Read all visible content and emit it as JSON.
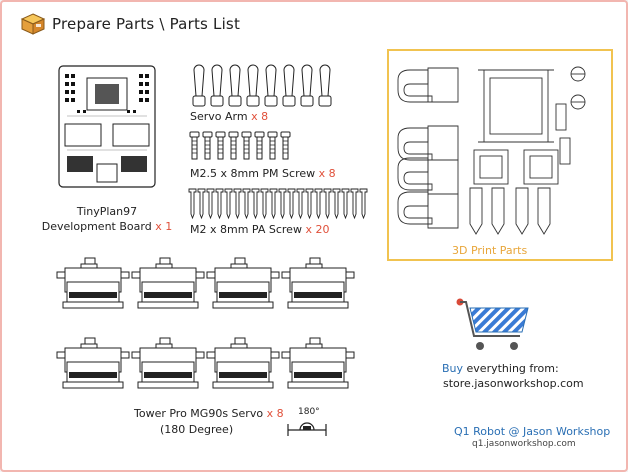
{
  "header": {
    "title": "Prepare Parts \\ Parts List",
    "icon": "box-icon"
  },
  "parts": {
    "board": {
      "line1": "TinyPlan97",
      "line2": "Development Board",
      "qty": "x 1"
    },
    "servo_arm": {
      "label": "Servo Arm",
      "qty": "x 8"
    },
    "pm_screw": {
      "label": "M2.5 x 8mm PM Screw",
      "qty": "x 8"
    },
    "pa_screw": {
      "label": "M2 x 8mm PA Screw",
      "qty": "x 20"
    },
    "print_parts": {
      "label": "3D Print Parts"
    },
    "servo": {
      "line1": "Tower Pro MG90s Servo",
      "qty": "x 8",
      "line2": "(180 Degree)",
      "angle": "180°"
    }
  },
  "shop": {
    "buy_word": "Buy",
    "buy_rest": " everything from:",
    "url": "store.jasonworkshop.com",
    "cart_icon": "shopping-cart-icon"
  },
  "footer": {
    "title": "Q1 Robot @ Jason Workshop",
    "url": "q1.jasonworkshop.com"
  },
  "colors": {
    "accent_red": "#e0503a",
    "accent_blue": "#2a6fb4",
    "print_orange": "#e8a63a",
    "border_pink": "#f2b6b0"
  }
}
